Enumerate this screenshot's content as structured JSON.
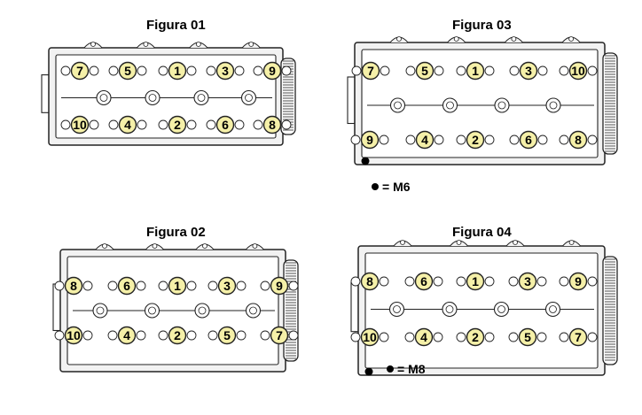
{
  "figures": [
    {
      "title": "Figura 01",
      "bolts_top": [
        "7",
        "5",
        "1",
        "3",
        "9"
      ],
      "bolts_bottom": [
        "10",
        "4",
        "2",
        "6",
        "8"
      ],
      "note": ""
    },
    {
      "title": "Figura 03",
      "bolts_top": [
        "7",
        "5",
        "1",
        "3",
        "10"
      ],
      "bolts_bottom": [
        "9",
        "4",
        "2",
        "6",
        "8"
      ],
      "note": "= M6"
    },
    {
      "title": "Figura 02",
      "bolts_top": [
        "8",
        "6",
        "1",
        "3",
        "9"
      ],
      "bolts_bottom": [
        "10",
        "4",
        "2",
        "5",
        "7"
      ],
      "note": ""
    },
    {
      "title": "Figura 04",
      "bolts_top": [
        "8",
        "6",
        "1",
        "3",
        "9"
      ],
      "bolts_bottom": [
        "10",
        "4",
        "2",
        "5",
        "7"
      ],
      "note": "= M8"
    }
  ],
  "colors": {
    "bolt_fill": "#f5f0a8",
    "line": "#222222",
    "body_fill": "#f2f2f2"
  }
}
